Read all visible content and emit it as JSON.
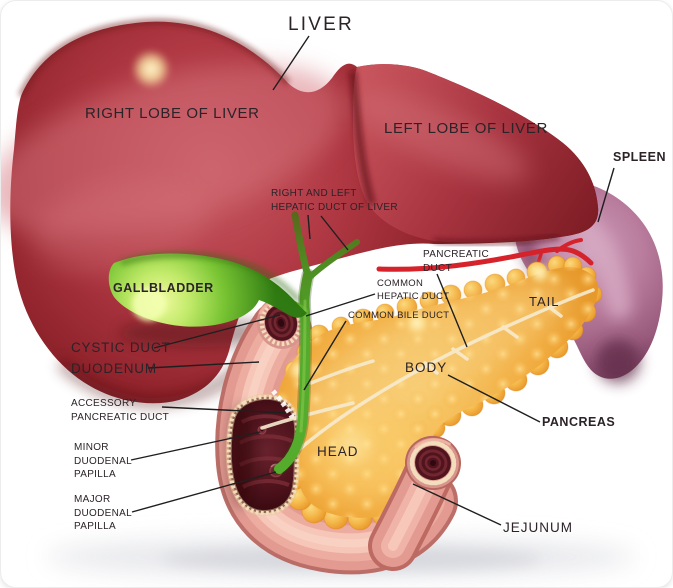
{
  "figure": {
    "type": "anatomical-diagram",
    "subject": "Liver, gallbladder, pancreas, spleen and duodenum anatomy"
  },
  "labels": {
    "liver": "LIVER",
    "right_lobe": "RIGHT LOBE OF LIVER",
    "left_lobe": "LEFT LOBE OF LIVER",
    "spleen": "SPLEEN",
    "hepatic_ducts": {
      "line1": "RIGHT AND LEFT",
      "line2": "HEPATIC DUCT OF LIVER"
    },
    "gallbladder": "GALLBLADDER",
    "pancreatic_duct": {
      "line1": "PANCREATIC",
      "line2": "DUCT"
    },
    "common_hepatic_duct": {
      "line1": "COMMON",
      "line2": "HEPATIC DUCT"
    },
    "common_bile_duct": "COMMON BILE DUCT",
    "cystic_duct": "CYSTIC DUCT",
    "duodenum": "DUODENUM",
    "accessory_pancreatic_duct": {
      "line1": "ACCESSORY",
      "line2": "PANCREATIC DUCT"
    },
    "minor_duodenal_papilla": {
      "line1": "MINOR",
      "line2": "DUODENAL",
      "line3": "PAPILLA"
    },
    "major_duodenal_papilla": {
      "line1": "MAJOR",
      "line2": "DUODENAL",
      "line3": "PAPILLA"
    },
    "pancreas_tail": "TAIL",
    "pancreas_body": "BODY",
    "pancreas_head": "HEAD",
    "pancreas": "PANCREAS",
    "jejunum": "JEJUNUM"
  },
  "palette": {
    "background": "#ffffff",
    "liver_red": "#a93540",
    "liver_dark": "#6d151c",
    "liver_highlight": "#d4737c",
    "gallbladder_green": "#78c433",
    "duct_green": "#4e8f22",
    "spleen_mauve": "#b87b9c",
    "artery_red": "#d6232b",
    "pancreas_orange": "#f0a93c",
    "pancreas_glow": "#fff0b8",
    "duodenum_pink": "#e29a91",
    "lumen_maroon": "#4f141d",
    "villi_cream": "#f3debc",
    "label_text": "#2b2328",
    "leader_line": "#1f1f1f"
  }
}
